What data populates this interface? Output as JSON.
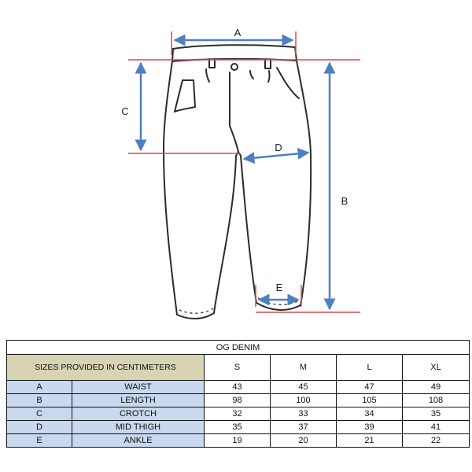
{
  "diagram": {
    "labels": {
      "a": "A",
      "b": "B",
      "c": "C",
      "d": "D",
      "e": "E"
    },
    "colors": {
      "measure_arrow": "#4f7fbf",
      "reference_line": "#e0474c",
      "outline": "#2b2b2b"
    }
  },
  "table": {
    "title": "OG DENIM",
    "header": "SIZES PROVIDED IN CENTIMETERS",
    "sizes": [
      "S",
      "M",
      "L",
      "XL"
    ],
    "rows": [
      {
        "code": "A",
        "name": "WAIST",
        "values": [
          "43",
          "45",
          "47",
          "49"
        ]
      },
      {
        "code": "B",
        "name": "LENGTH",
        "values": [
          "98",
          "100",
          "105",
          "108"
        ]
      },
      {
        "code": "C",
        "name": "CROTCH",
        "values": [
          "32",
          "33",
          "34",
          "35"
        ]
      },
      {
        "code": "D",
        "name": "MID THIGH",
        "values": [
          "35",
          "37",
          "39",
          "41"
        ]
      },
      {
        "code": "E",
        "name": "ANKLE",
        "values": [
          "19",
          "20",
          "21",
          "22"
        ]
      }
    ],
    "colors": {
      "header_bg": "#d8d3b3",
      "row_bg": "#c9d8ef",
      "border": "#111111"
    }
  }
}
